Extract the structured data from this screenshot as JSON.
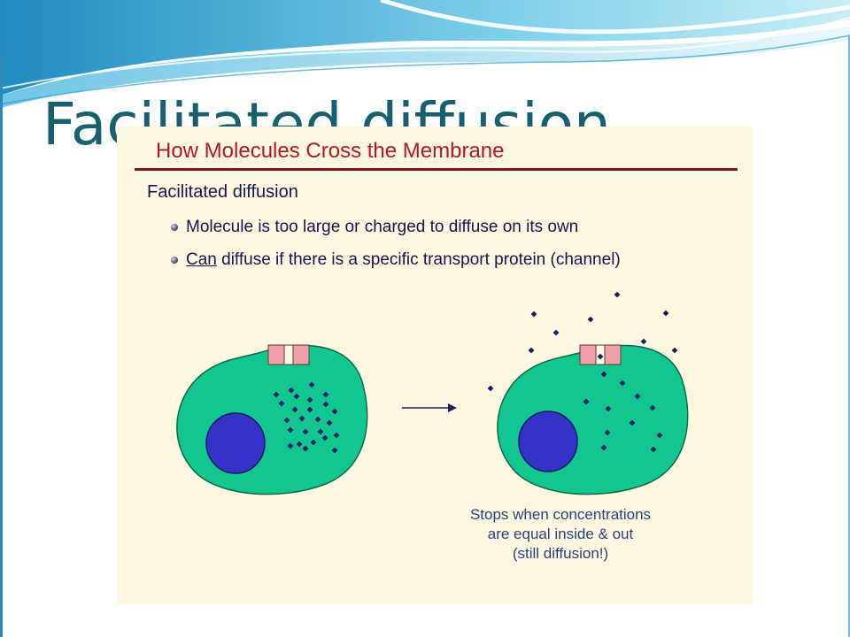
{
  "slide": {
    "title": "Facilitated diffusion"
  },
  "panel": {
    "heading": "How Molecules Cross the Membrane",
    "subheading": "Facilitated diffusion",
    "bullets": [
      {
        "text": "Molecule is too large or charged to diffuse on its own"
      },
      {
        "lead": "Can",
        "text": " diffuse if there is a specific transport protein (channel)"
      }
    ],
    "caption": {
      "line1": "Stops when concentrations",
      "line2": "are equal inside & out",
      "line3": "(still diffusion!)"
    }
  },
  "colors": {
    "title": "#16606f",
    "heading": "#b01825",
    "panel_bg": "#fff8e1",
    "cell": "#11c78f",
    "cell_outline": "#0b6a4c",
    "nucleus": "#3333c7",
    "channel": "#f2a0a8",
    "molecule": "#161f6c",
    "caption": "#27437f"
  }
}
